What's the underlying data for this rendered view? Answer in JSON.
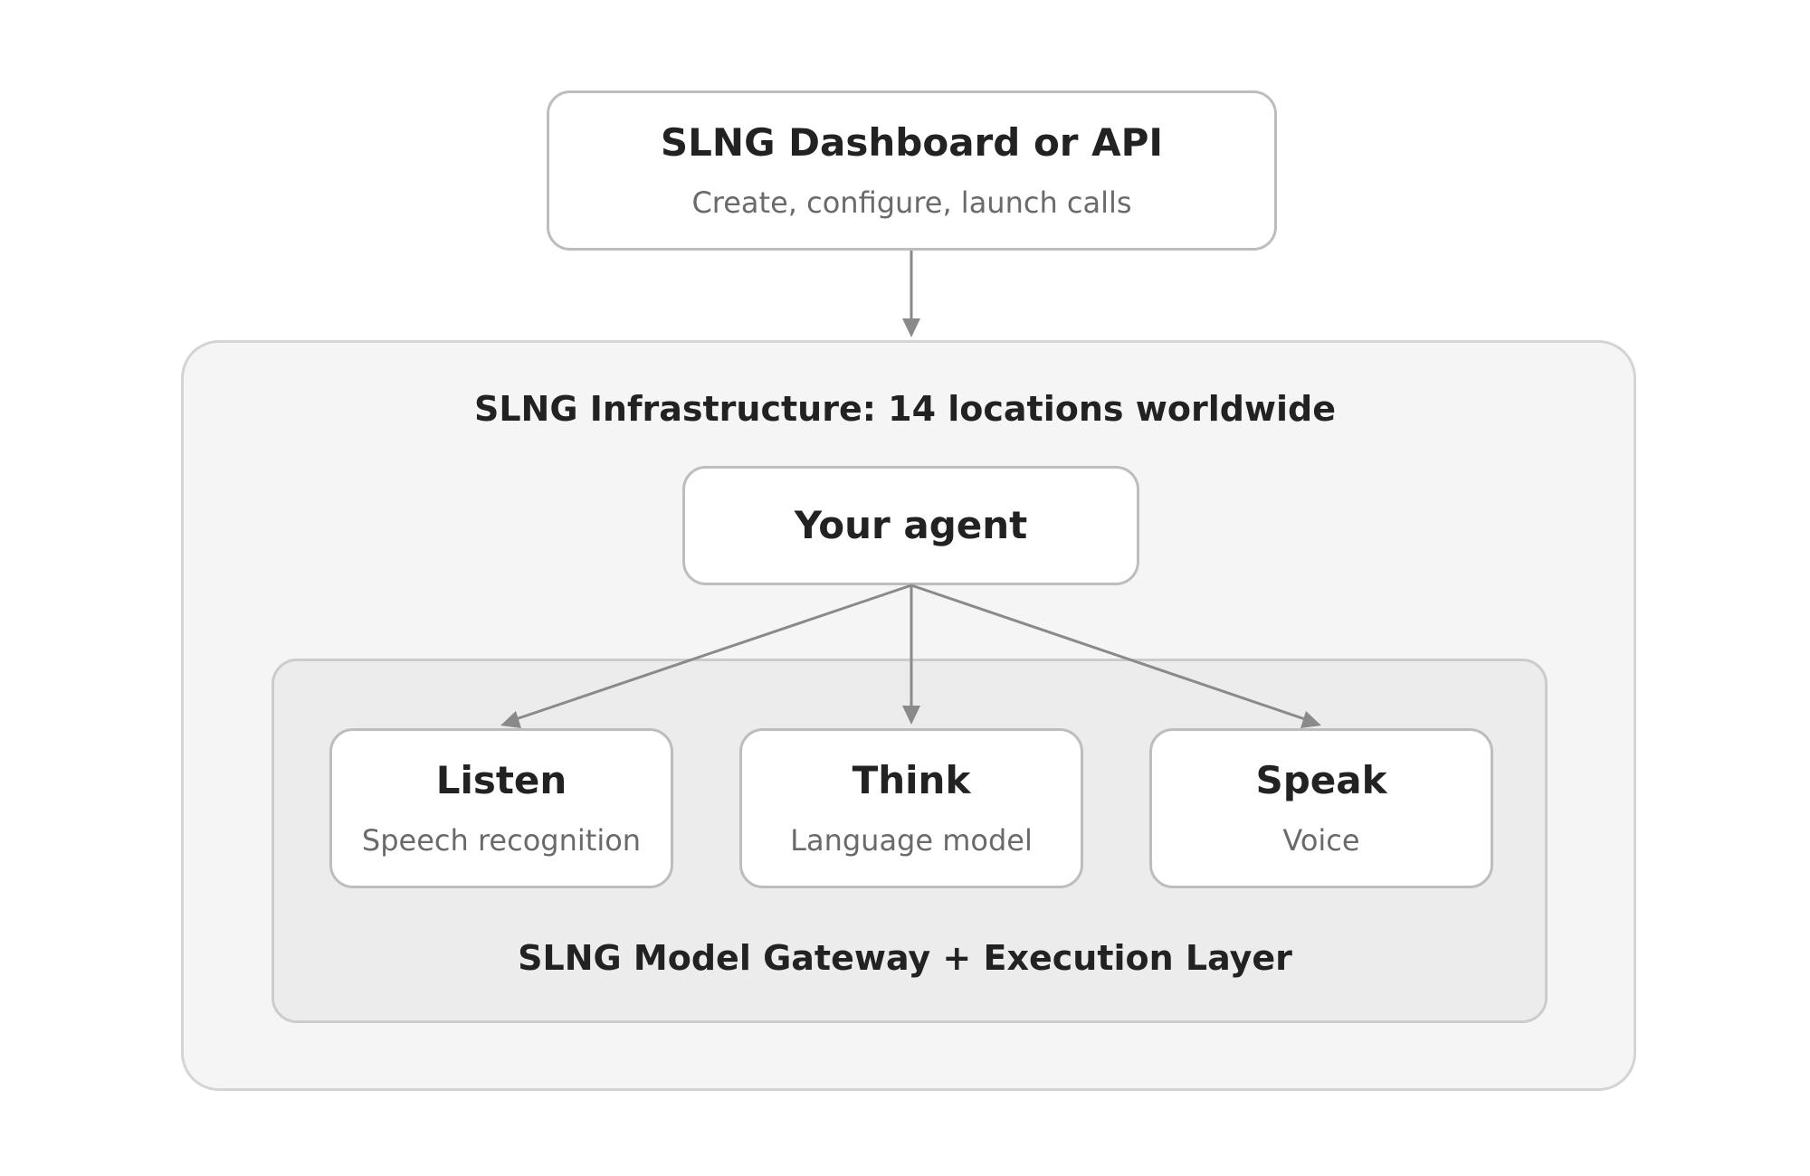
{
  "dashboard": {
    "title": "SLNG Dashboard or API",
    "subtitle": "Create, configure, launch calls"
  },
  "infrastructure": {
    "label": "SLNG Infrastructure: 14 locations worldwide"
  },
  "agent": {
    "title": "Your agent"
  },
  "gateway": {
    "label": "SLNG Model Gateway + Execution Layer"
  },
  "stages": [
    {
      "title": "Listen",
      "subtitle": "Speech recognition"
    },
    {
      "title": "Think",
      "subtitle": "Language model"
    },
    {
      "title": "Speak",
      "subtitle": "Voice"
    }
  ],
  "colors": {
    "arrow": "#8a8a8a",
    "box_border": "#bdbdbd",
    "outer_panel": "#f5f5f5",
    "inner_panel": "#ececec"
  }
}
